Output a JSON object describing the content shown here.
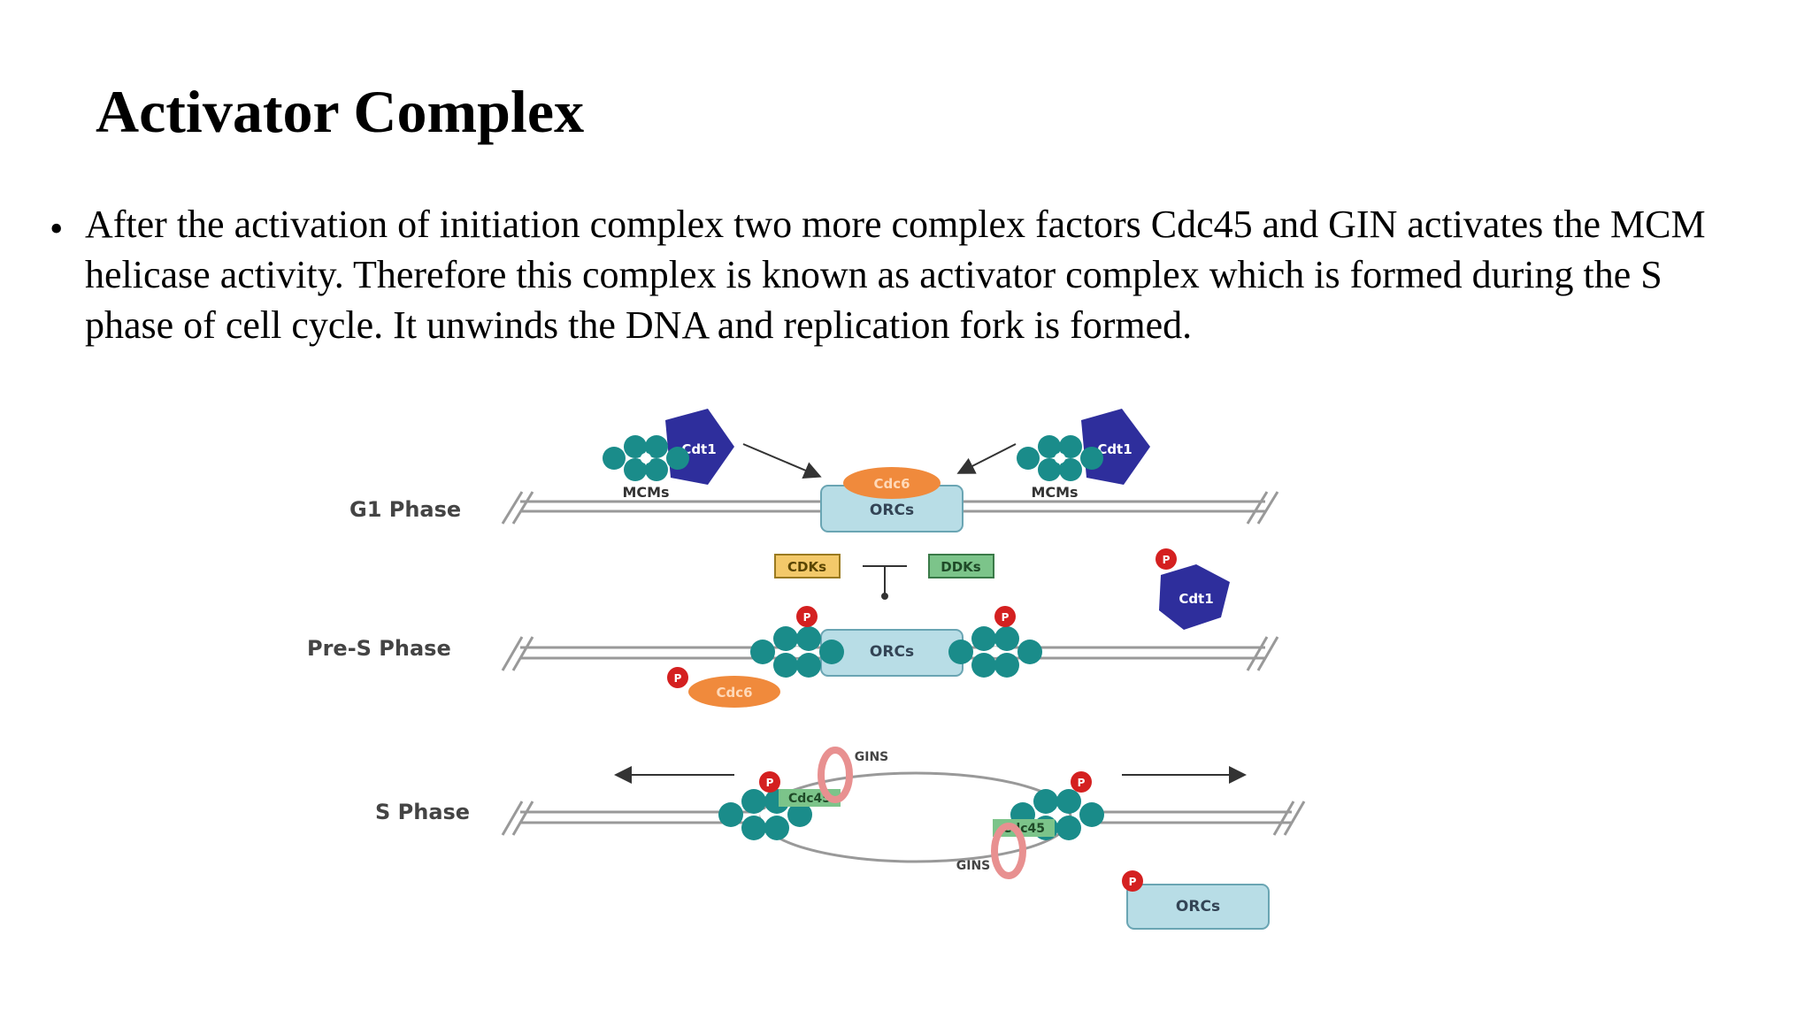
{
  "slide": {
    "title": "Activator Complex",
    "bullet": "After the activation of initiation complex two more complex factors Cdc45 and GIN activates the MCM helicase activity. Therefore this complex is known as activator complex which is formed during the S phase of cell cycle. It unwinds the DNA and replication fork is formed."
  },
  "diagram": {
    "phases": {
      "g1": "G1 Phase",
      "pre_s": "Pre-S Phase",
      "s": "S Phase"
    },
    "labels": {
      "mcms_left": "MCMs",
      "mcms_right": "MCMs",
      "cdt1_left": "Cdt1",
      "cdt1_right": "Cdt1",
      "cdt1_free": "Cdt1",
      "cdc6_g1": "Cdc6",
      "cdc6_pre": "Cdc6",
      "orcs_g1": "ORCs",
      "orcs_pre": "ORCs",
      "orcs_s": "ORCs",
      "cdks": "CDKs",
      "ddks": "DDKs",
      "gins_top": "GINS",
      "gins_bottom": "GINS",
      "cdc45_left": "Cdc45",
      "cdc45_right": "Cdc45",
      "p": "P"
    },
    "colors": {
      "mcm": "#1a8c8a",
      "cdt1": "#2e2e9c",
      "cdc6": "#f08a3c",
      "orc": "#b8dde6",
      "p_marker": "#d42020",
      "cdk": "#f3c96a",
      "ddk": "#7cc48a",
      "gins": "#e89090",
      "dna": "#999999"
    }
  }
}
